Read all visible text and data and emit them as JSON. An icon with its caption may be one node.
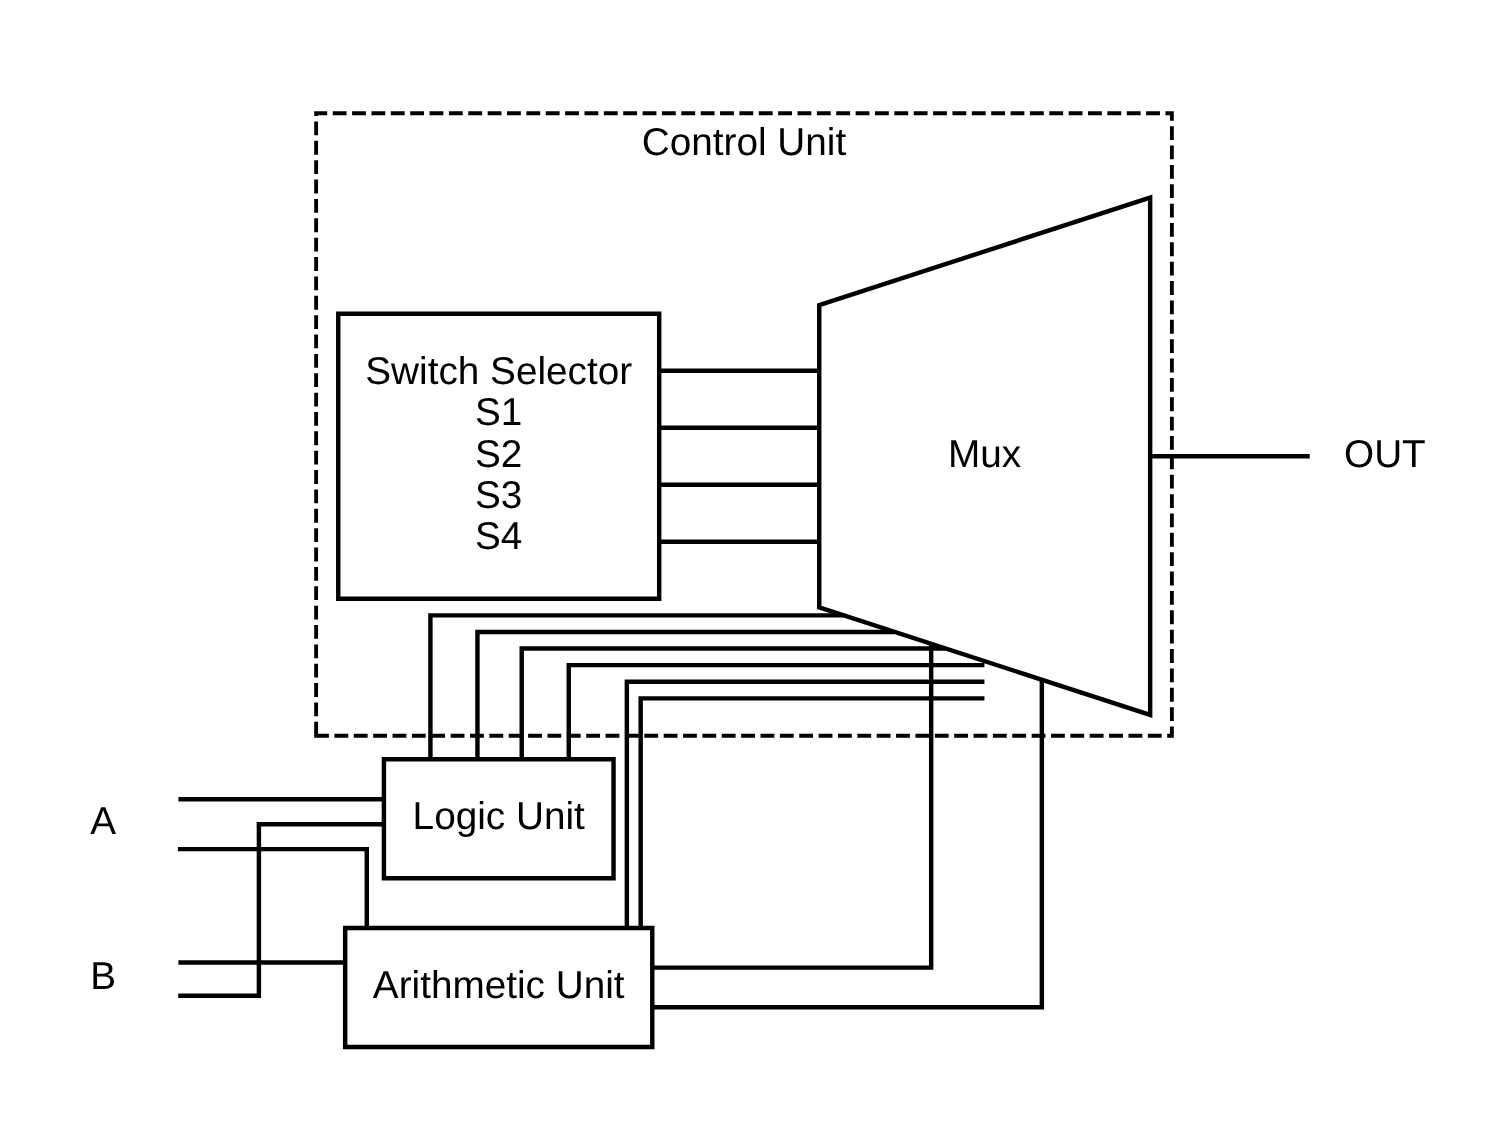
{
  "diagram": {
    "nodes": [
      {
        "text": [
          "Control Unit"
        ]
      },
      {
        "text": [
          "A"
        ]
      },
      {
        "text": [
          "B"
        ]
      },
      {
        "text": [
          "Arithmetic Unit"
        ]
      },
      {
        "text": [
          "Logic Unit"
        ]
      },
      {
        "text": [
          "Mux"
        ],
        "in": 0
      },
      {
        "text": [
          "Switch Selector",
          "S1",
          "S2",
          "S3",
          "S4"
        ],
        "in": 0
      },
      {
        "text": [
          "OUT"
        ]
      }
    ],
    "edges": [
      {
        "from": 1,
        "to": 3,
        "arrow": "none"
      },
      {
        "from": 1,
        "to": 4,
        "arrow": "none"
      },
      {
        "from": 2,
        "to": 3,
        "arrow": "none"
      },
      {
        "from": 2,
        "to": 4,
        "arrow": "none"
      },
      {
        "from": 3,
        "to": 5,
        "arrow": "none"
      },
      {
        "from": 3,
        "to": 5,
        "arrow": "none"
      },
      {
        "from": 3,
        "to": 5,
        "arrow": "none"
      },
      {
        "from": 3,
        "to": 5,
        "arrow": "none"
      },
      {
        "from": 4,
        "to": 5,
        "arrow": "none"
      },
      {
        "from": 4,
        "to": 5,
        "arrow": "none"
      },
      {
        "from": 4,
        "to": 5,
        "arrow": "none"
      },
      {
        "from": 4,
        "to": 5,
        "arrow": "none"
      },
      {
        "from": 5,
        "to": 7,
        "arrow": "none"
      },
      {
        "from": 6,
        "to": 5,
        "arrow": "none"
      },
      {
        "from": 6,
        "to": 5,
        "arrow": "none"
      },
      {
        "from": 6,
        "to": 5,
        "arrow": "none"
      },
      {
        "from": 6,
        "to": 5,
        "arrow": "none"
      }
    ]
  }
}
